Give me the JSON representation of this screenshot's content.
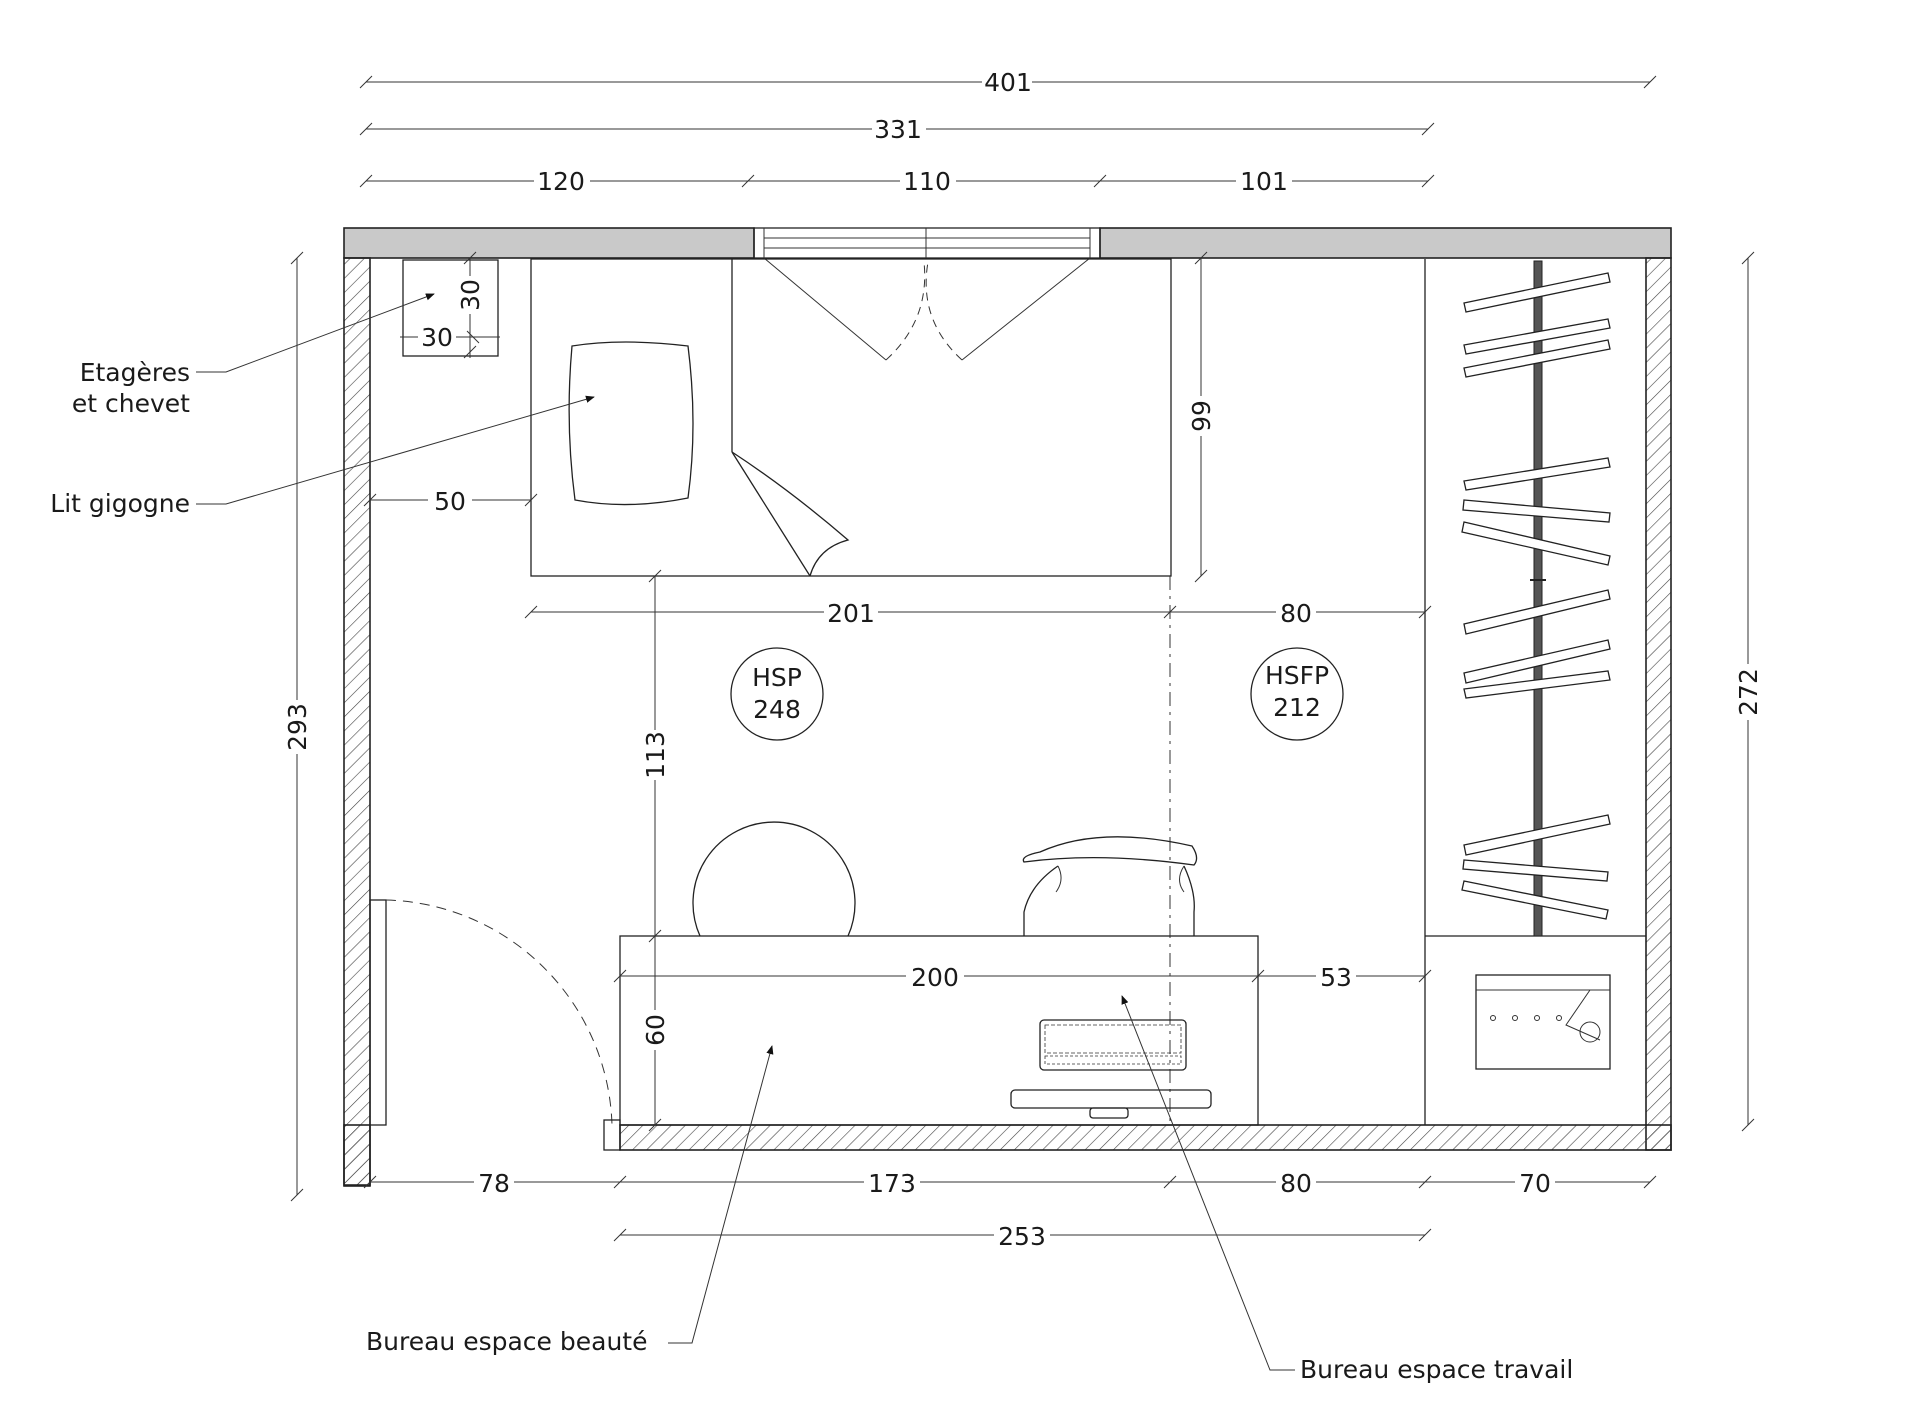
{
  "dimensions": {
    "total_width": "401",
    "width_331": "331",
    "seg_120": "120",
    "seg_110": "110",
    "seg_101": "101",
    "shelf_w": "30",
    "shelf_h": "30",
    "bed_offset": "50",
    "bed_depth": "99",
    "bed_length": "201",
    "bed_to_wardrobe": "80",
    "gap_113": "113",
    "desk_length": "200",
    "desk_to_wardrobe": "53",
    "desk_depth": "60",
    "door": "78",
    "seg_173": "173",
    "seg_80b": "80",
    "wardrobe": "70",
    "seg_253": "253",
    "left_height": "293",
    "right_height": "272"
  },
  "ceiling_marks": {
    "hsp_label": "HSP",
    "hsp_value": "248",
    "hsfp_label": "HSFP",
    "hsfp_value": "212"
  },
  "labels": {
    "shelves_line1": "Etagères",
    "shelves_line2": "et chevet",
    "bed": "Lit gigogne",
    "beauty_desk": "Bureau espace beauté",
    "work_desk": "Bureau espace travail"
  }
}
